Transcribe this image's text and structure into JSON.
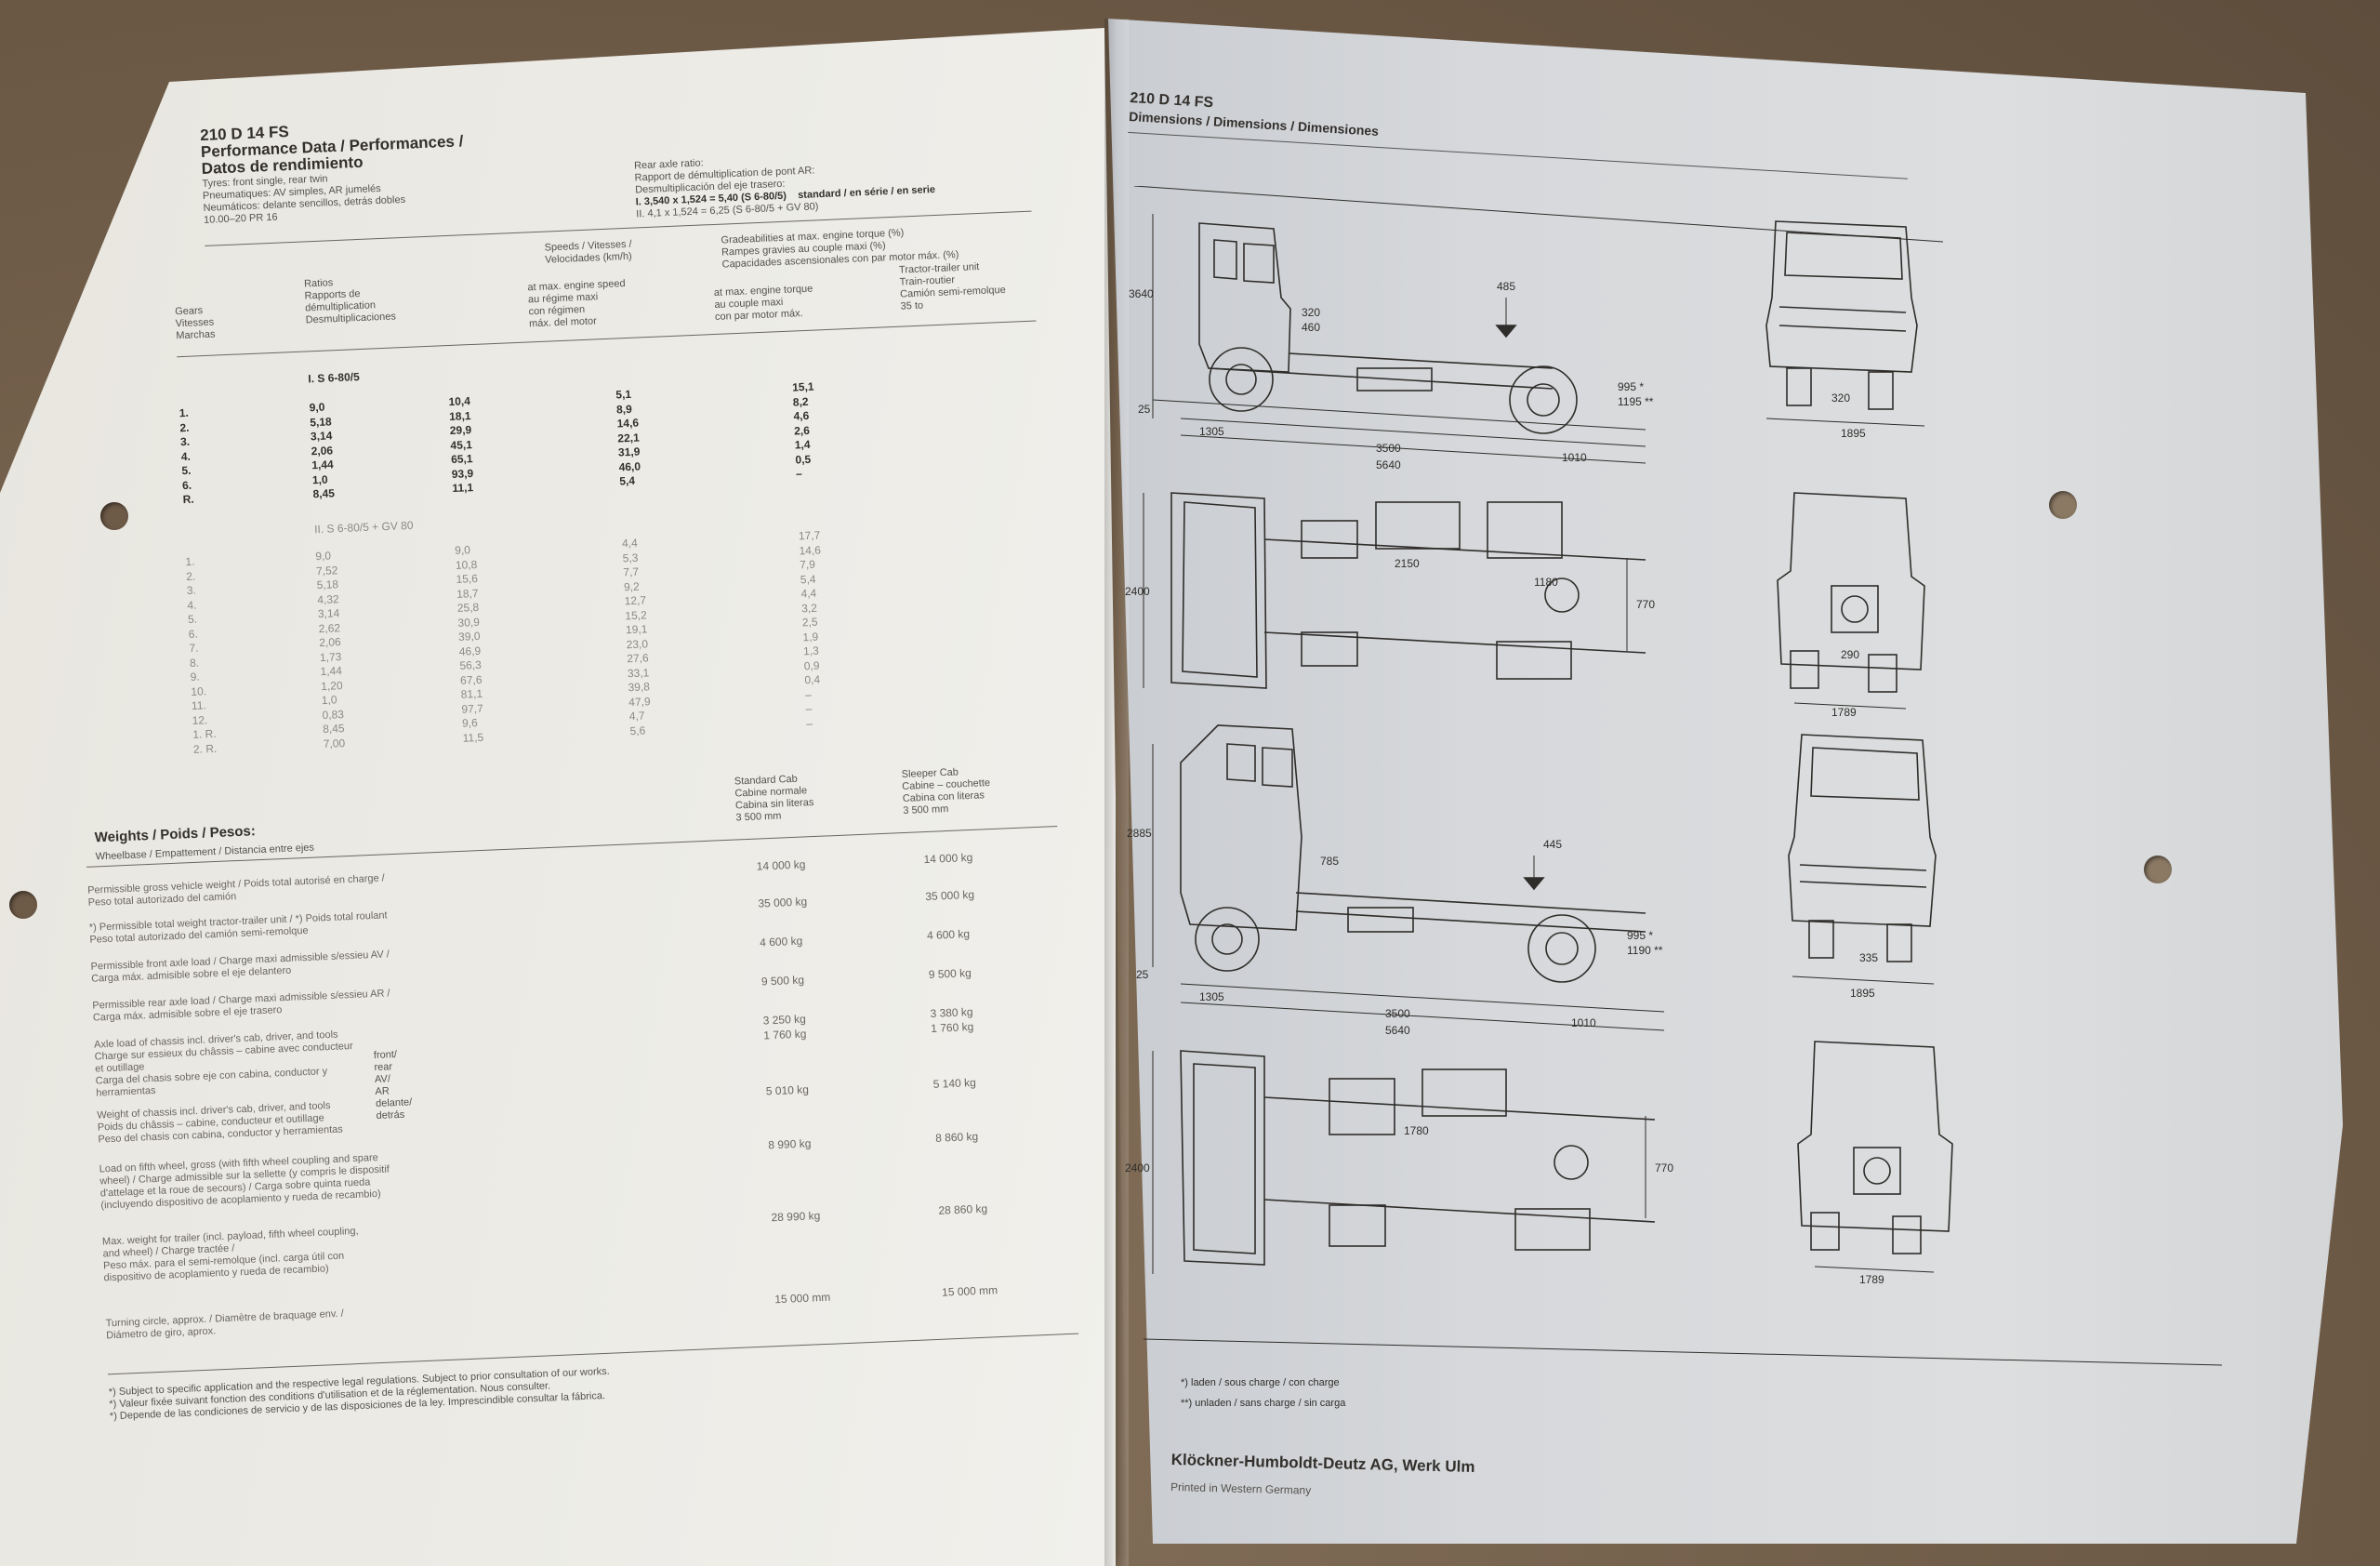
{
  "left": {
    "model": "210 D 14 FS",
    "heading_1": "Performance Data / Performances /",
    "heading_2": "Datos de rendimiento",
    "tyres_lines": [
      "Tyres: front single, rear twin",
      "Pneumatiques: AV simples, AR jumelés",
      "Neumáticos: delante sencillos, detrás dobles",
      "10.00–20 PR 16"
    ],
    "rear_axle_lines": [
      "Rear axle ratio:",
      "Rapport de démultiplication de pont AR:",
      "Desmultiplicación del eje trasero:"
    ],
    "ratio_1": "I. 3,540 x 1,524 = 5,40 (S 6-80/5)",
    "ratio_1_std": "standard / en série / en serie",
    "ratio_2": "II. 4,1     x 1,524 = 6,25 (S 6-80/5 + GV 80)",
    "col_speeds": [
      "Speeds / Vitesses /",
      "Velocidades (km/h)"
    ],
    "col_grad": [
      "Gradeabilities at max. engine torque (%)",
      "Rampes gravies au couple maxi (%)",
      "Capacidades ascensionales con par motor máx. (%)"
    ],
    "col_gears": [
      "Gears",
      "Vitesses",
      "Marchas"
    ],
    "col_ratios": [
      "Ratios",
      "Rapports de",
      "démultiplication",
      "Desmultiplicaciones"
    ],
    "col_speed_sub": [
      "at max. engine speed",
      "au régime maxi",
      "con régimen",
      "máx. del motor"
    ],
    "col_torque_sub": [
      "at max. engine torque",
      "au couple maxi",
      "con par motor máx."
    ],
    "col_tractor": [
      "Tractor-trailer unit",
      "Train-routier",
      "Camión semi-remolque",
      "35 to"
    ],
    "sec1_label": "I. S 6-80/5",
    "sec1": [
      [
        "1.",
        "9,0",
        "10,4",
        "5,1",
        "15,1"
      ],
      [
        "2.",
        "5,18",
        "18,1",
        "8,9",
        "8,2"
      ],
      [
        "3.",
        "3,14",
        "29,9",
        "14,6",
        "4,6"
      ],
      [
        "4.",
        "2,06",
        "45,1",
        "22,1",
        "2,6"
      ],
      [
        "5.",
        "1,44",
        "65,1",
        "31,9",
        "1,4"
      ],
      [
        "6.",
        "1,0",
        "93,9",
        "46,0",
        "0,5"
      ],
      [
        "R.",
        "8,45",
        "11,1",
        "5,4",
        "–"
      ]
    ],
    "sec2_label": "II. S 6-80/5 + GV 80",
    "sec2": [
      [
        "1.",
        "9,0",
        "9,0",
        "4,4",
        "17,7"
      ],
      [
        "2.",
        "7,52",
        "10,8",
        "5,3",
        "14,6"
      ],
      [
        "3.",
        "5,18",
        "15,6",
        "7,7",
        "7,9"
      ],
      [
        "4.",
        "4,32",
        "18,7",
        "9,2",
        "5,4"
      ],
      [
        "5.",
        "3,14",
        "25,8",
        "12,7",
        "4,4"
      ],
      [
        "6.",
        "2,62",
        "30,9",
        "15,2",
        "3,2"
      ],
      [
        "7.",
        "2,06",
        "39,0",
        "19,1",
        "2,5"
      ],
      [
        "8.",
        "1,73",
        "46,9",
        "23,0",
        "1,9"
      ],
      [
        "9.",
        "1,44",
        "56,3",
        "27,6",
        "1,3"
      ],
      [
        "10.",
        "1,20",
        "67,6",
        "33,1",
        "0,9"
      ],
      [
        "11.",
        "1,0",
        "81,1",
        "39,8",
        "0,4"
      ],
      [
        "12.",
        "0,83",
        "97,7",
        "47,9",
        "–"
      ],
      [
        "1. R.",
        "8,45",
        "9,6",
        "4,7",
        "–"
      ],
      [
        "2. R.",
        "7,00",
        "11,5",
        "5,6",
        "–"
      ]
    ],
    "weights_title": "Weights / Poids / Pesos:",
    "wheelbase_label": "Wheelbase / Empattement / Distancia entre ejes",
    "cab_std": [
      "Standard Cab",
      "Cabine normale",
      "Cabina sin literas"
    ],
    "cab_sleeper": [
      "Sleeper Cab",
      "Cabine – couchette",
      "Cabina con literas"
    ],
    "wheelbase_std": "3 500 mm",
    "wheelbase_sleeper": "3 500 mm",
    "weights": [
      {
        "label": [
          "Permissible gross vehicle weight / Poids total autorisé en charge /",
          "Peso total autorizado del camión"
        ],
        "std": "14 000 kg",
        "slp": "14 000 kg"
      },
      {
        "label": [
          "*) Permissible total weight tractor-trailer unit / *) Poids total roulant",
          "Peso total autorizado del camión semi-remolque"
        ],
        "std": "35 000 kg",
        "slp": "35 000 kg"
      },
      {
        "label": [
          "Permissible front axle load / Charge maxi admissible s/essieu AV /",
          "Carga máx. admisible sobre el eje delantero"
        ],
        "std": "4 600 kg",
        "slp": "4 600 kg"
      },
      {
        "label": [
          "Permissible rear axle load / Charge maxi admissible s/essieu AR /",
          "Carga máx. admisible sobre el eje trasero"
        ],
        "std": "9 500 kg",
        "slp": "9 500 kg"
      },
      {
        "label": [
          "Axle load of chassis incl. driver's cab, driver, and tools",
          "Charge sur essieux du châssis – cabine avec conducteur",
          "et outillage",
          "Carga del chasis sobre eje con cabina, conductor y",
          "herramientas"
        ],
        "std": "3 250 kg",
        "std2": "1 760 kg",
        "slp": "3 380 kg",
        "slp2": "1 760 kg"
      },
      {
        "label": [
          "Weight of chassis incl. driver's cab, driver, and tools",
          "Poids du châssis – cabine, conducteur et outillage",
          "Peso del chasis con cabina, conductor y herramientas"
        ],
        "std": "5 010 kg",
        "slp": "5 140 kg"
      },
      {
        "label": [
          "Load on fifth wheel, gross (with fifth wheel coupling and spare",
          "wheel) / Charge admissible sur la sellette (y compris le dispositif",
          "d'attelage et la roue de secours) / Carga sobre quinta rueda",
          "(incluyendo dispositivo de acoplamiento y rueda de recambio)"
        ],
        "std": "8 990 kg",
        "slp": "8 860 kg"
      },
      {
        "label": [
          "Max. weight for trailer (incl. payload, fifth wheel coupling,",
          "and wheel) / Charge tractée /",
          "Peso máx. para el semi-remolque (incl. carga útil con",
          "dispositivo de acoplamiento y rueda de recambio)"
        ],
        "std": "28 990 kg",
        "slp": "28 860 kg"
      },
      {
        "label": [
          "Turning circle, approx. / Diamètre de braquage env. /",
          "Diámetro de giro, aprox."
        ],
        "std": "15 000 mm",
        "slp": "15 000 mm"
      }
    ],
    "note_lines": [
      "*) Subject to specific application and the respective legal regulations. Subject to prior consultation of our works.",
      "*) Valeur fixée suivant fonction des conditions d'utilisation et de la réglementation. Nous consulter.",
      "*) Depende de las condiciones de servicio y de las disposiciones de la ley. Imprescindible consultar la fábrica."
    ],
    "turning_hint": [
      "front/",
      "rear",
      "AV/",
      "AR",
      "delante/",
      "detrás"
    ]
  },
  "right": {
    "model": "210 D 14 FS",
    "subtitle": "Dimensions / Dimensions / Dimensiones",
    "dims_a": {
      "height": "3640",
      "d320": "320",
      "d460": "460",
      "d485": "485",
      "d25": "25",
      "front": "1305",
      "wb": "3500",
      "rear": "1010",
      "len": "5640",
      "c1": "995 *",
      "c2": "1195 **",
      "track": "1895",
      "t2": "320"
    },
    "dims_b": {
      "d2150": "2150",
      "d1180": "1180",
      "width": "2400",
      "d770": "770",
      "track": "1789",
      "t2": "290"
    },
    "dims_c": {
      "height": "2885",
      "d785": "785",
      "d445": "445",
      "d25": "25",
      "front": "1305",
      "wb": "3500",
      "rear": "1010",
      "len": "5640",
      "c1": "995 *",
      "c2": "1190 **",
      "track": "1895",
      "t2": "335"
    },
    "dims_d": {
      "d1780": "1780",
      "width": "2400",
      "d770": "770",
      "track": "1789"
    },
    "foot_1": "*) laden / sous charge / con charge",
    "foot_2": "**) unladen / sans charge / sin carga",
    "company": "Klöckner-Humboldt-Deutz AG, Werk Ulm",
    "printed": "Printed in Western Germany"
  },
  "colors": {
    "paper_left": "#ecebe6",
    "paper_right": "#d6d8db",
    "desk": "#7d6a55",
    "ink": "#33302c"
  }
}
